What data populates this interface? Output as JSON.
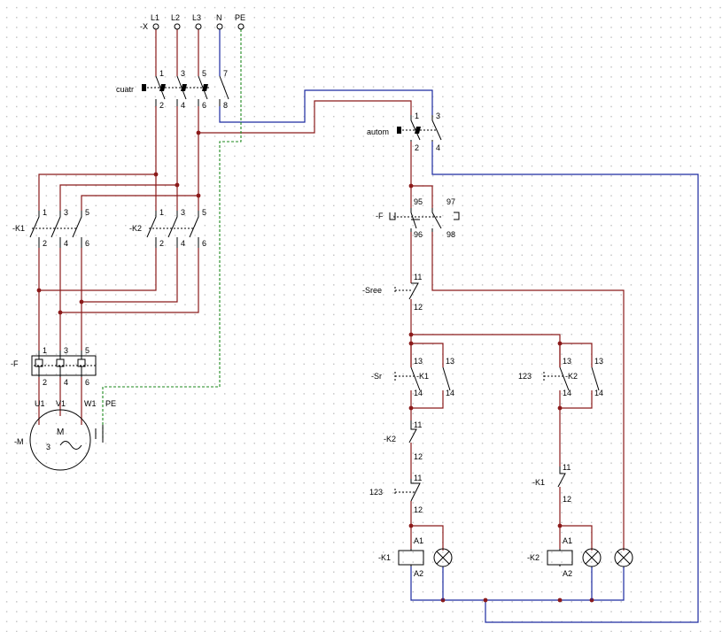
{
  "supply": {
    "connector": "-X",
    "terminals": [
      "L1",
      "L2",
      "L3",
      "N",
      "PE"
    ]
  },
  "switches": {
    "main": {
      "tag": "cuatr",
      "terms_top": [
        "1",
        "3",
        "5",
        "7"
      ],
      "terms_bot": [
        "2",
        "4",
        "6",
        "8"
      ]
    },
    "control": {
      "tag": "autom",
      "terms_top": [
        "1",
        "3"
      ],
      "terms_bot": [
        "2",
        "4"
      ]
    }
  },
  "power": {
    "k1": {
      "tag": "-K1",
      "terms_top": [
        "1",
        "3",
        "5"
      ],
      "terms_bot": [
        "2",
        "4",
        "6"
      ]
    },
    "k2": {
      "tag": "-K2",
      "terms_top": [
        "1",
        "3",
        "5"
      ],
      "terms_bot": [
        "2",
        "4",
        "6"
      ]
    },
    "overload": {
      "tag": "-F",
      "terms_top": [
        "1",
        "3",
        "5"
      ],
      "terms_bot": [
        "2",
        "4",
        "6"
      ]
    },
    "motor": {
      "tag": "-M",
      "windings": [
        "U1",
        "V1",
        "W1"
      ],
      "pe": "PE",
      "symbol": "M",
      "phases": "3"
    }
  },
  "control": {
    "f_contact": {
      "tag": "-F",
      "nc": [
        "95",
        "96"
      ],
      "no": [
        "97",
        "98"
      ]
    },
    "stop": {
      "tag": "-Sree",
      "terms": [
        "11",
        "12"
      ]
    },
    "start_k1": {
      "tag": "-Sr",
      "aux_tag": "-K1",
      "terms": [
        "13",
        "14"
      ],
      "aux_terms": [
        "13",
        "14"
      ]
    },
    "start_k2": {
      "tag": "123",
      "aux_tag": "-K2",
      "terms": [
        "13",
        "14"
      ],
      "aux_terms": [
        "13",
        "14"
      ]
    },
    "interlock_k2": {
      "tag": "-K2",
      "terms": [
        "11",
        "12"
      ]
    },
    "interlock_123": {
      "tag": "123",
      "terms": [
        "11",
        "12"
      ]
    },
    "interlock_k1": {
      "tag": "-K1",
      "terms": [
        "11",
        "12"
      ]
    },
    "coil_k1": {
      "tag": "-K1",
      "terms": [
        "A1",
        "A2"
      ]
    },
    "coil_k2": {
      "tag": "-K2",
      "terms": [
        "A1",
        "A2"
      ]
    }
  },
  "colors": {
    "phase": "#8b1a1a",
    "neutral": "#1c2aa0",
    "pe": "#1e8a1e"
  },
  "icons": [
    "terminal-icon",
    "switch-icon",
    "coil-icon",
    "lamp-icon",
    "motor-icon",
    "overload-relay-icon"
  ]
}
